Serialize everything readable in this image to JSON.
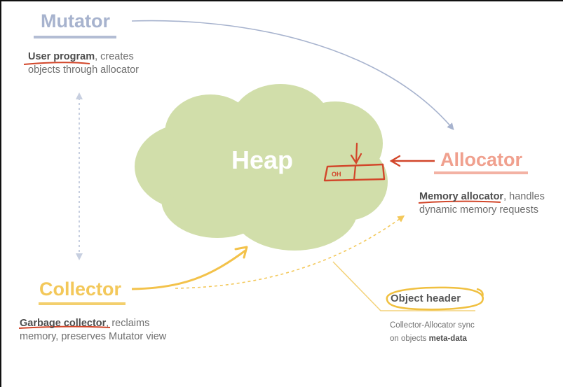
{
  "colors": {
    "mutator": "#a7b3ce",
    "allocator": "#f0a08e",
    "collector": "#f3c85a",
    "heap": "#d1deaa",
    "annotation_red": "#d2462a",
    "text": "#6e6e6e"
  },
  "mutator": {
    "title": "Mutator",
    "desc_bold": "User program",
    "desc_rest": ", creates",
    "desc_line2": "objects through allocator"
  },
  "heap": {
    "label": "Heap",
    "box_label": "OH"
  },
  "allocator": {
    "title": "Allocator",
    "desc_bold": "Memory allocator",
    "desc_rest": ", handles",
    "desc_line2": "dynamic memory requests"
  },
  "collector": {
    "title": "Collector",
    "desc_bold": "Garbage collector",
    "desc_rest": ", reclaims",
    "desc_line2": "memory, preserves Mutator view"
  },
  "object_header": {
    "title": "Object header",
    "desc_line1": "Collector-Allocator sync",
    "desc_line2_pre": "on objects ",
    "desc_line2_bold": "meta-data"
  }
}
